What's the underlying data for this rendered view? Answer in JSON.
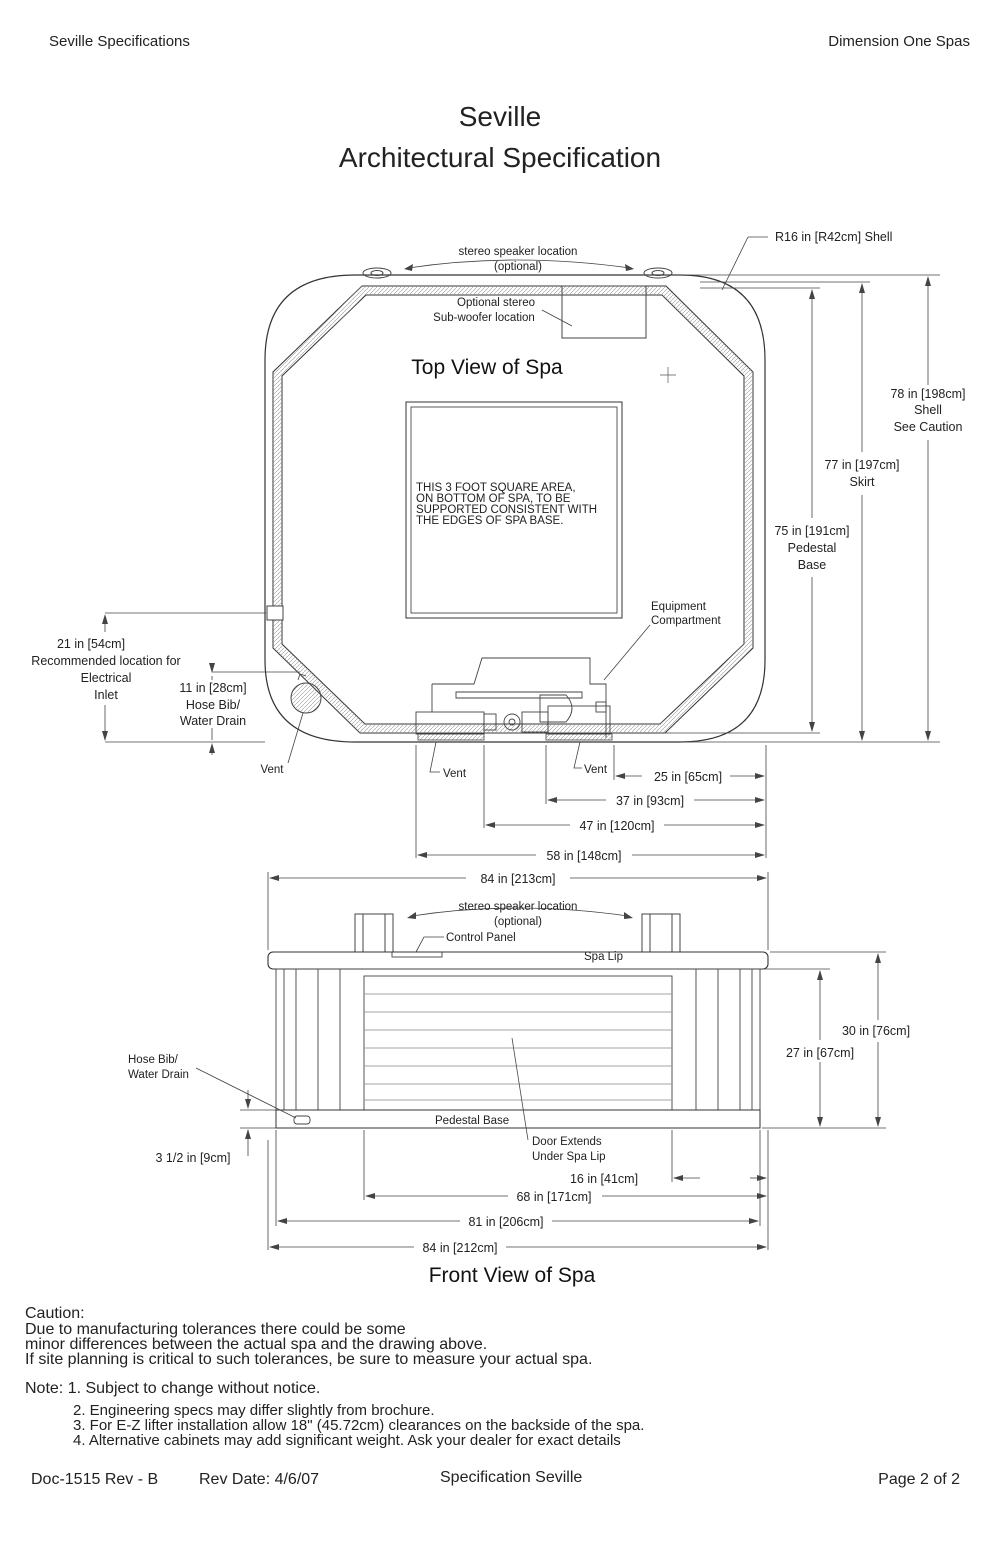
{
  "header": {
    "left": "Seville Specifications",
    "right": "Dimension One Spas"
  },
  "title": {
    "line1": "Seville",
    "line2": "Architectural Specification"
  },
  "top_view": {
    "heading": "Top View of Spa",
    "stereo_speaker": [
      "stereo speaker location",
      "(optional)"
    ],
    "subwoofer": [
      "Optional stereo",
      "Sub-woofer location"
    ],
    "shell_radius": "R16 in [R42cm] Shell",
    "support_area": [
      "THIS 3 FOOT SQUARE AREA,",
      "ON BOTTOM OF SPA, TO BE",
      "SUPPORTED CONSISTENT WITH",
      "THE EDGES OF SPA BASE."
    ],
    "shell_dim": [
      "78 in [198cm]",
      "Shell",
      "See Caution"
    ],
    "skirt_dim": [
      "77 in [197cm]",
      "Skirt"
    ],
    "pedestal_dim": [
      "75 in [191cm]",
      "Pedestal",
      "Base"
    ],
    "equipment": [
      "Equipment",
      "Compartment"
    ],
    "electrical": [
      "21 in [54cm]",
      "Recommended location for",
      "Electrical",
      "Inlet"
    ],
    "hose_bib": [
      "11 in [28cm]",
      "Hose Bib/",
      "Water Drain"
    ],
    "vent_left": "Vent",
    "vent_mid": "Vent",
    "vent_right": "Vent",
    "dim_25": "25 in [65cm]",
    "dim_37": "37 in [93cm]",
    "dim_47": "47 in [120cm]",
    "dim_58": "58 in [148cm]"
  },
  "front_view": {
    "heading": "Front View of Spa",
    "width_top": "84 in [213cm]",
    "stereo_speaker": [
      "stereo speaker location",
      "(optional)"
    ],
    "control_panel": "Control Panel",
    "spa_lip": "Spa Lip",
    "height_30": "30 in [76cm]",
    "height_27": "27 in [67cm]",
    "hose_bib": [
      "Hose Bib/",
      "Water Drain"
    ],
    "pedestal_base": "Pedestal Base",
    "door": [
      "Door Extends",
      "Under Spa Lip"
    ],
    "dim_3_5": "3 1/2 in [9cm]",
    "dim_16": "16 in [41cm]",
    "dim_68": "68 in [171cm]",
    "dim_81": "81 in [206cm]",
    "dim_84": "84 in [212cm]"
  },
  "caution": {
    "title": "Caution:",
    "lines": [
      "Due to manufacturing tolerances there could be some",
      "minor differences between the actual spa and the drawing above.",
      "If site planning is critical to such tolerances, be sure to measure your actual spa."
    ]
  },
  "notes": {
    "first": "Note: 1. Subject to change without notice.",
    "items": [
      "2.  Engineering specs may differ slightly from brochure.",
      "3.  For E-Z lifter installation allow 18\" (45.72cm) clearances on the backside of the spa.",
      "4.  Alternative cabinets may add significant weight.  Ask your dealer for exact details"
    ]
  },
  "footer": {
    "doc": "Doc-1515 Rev - B",
    "rev_date": "Rev Date: 4/6/07",
    "spec": "Specification Seville",
    "page": "Page 2 of 2"
  }
}
